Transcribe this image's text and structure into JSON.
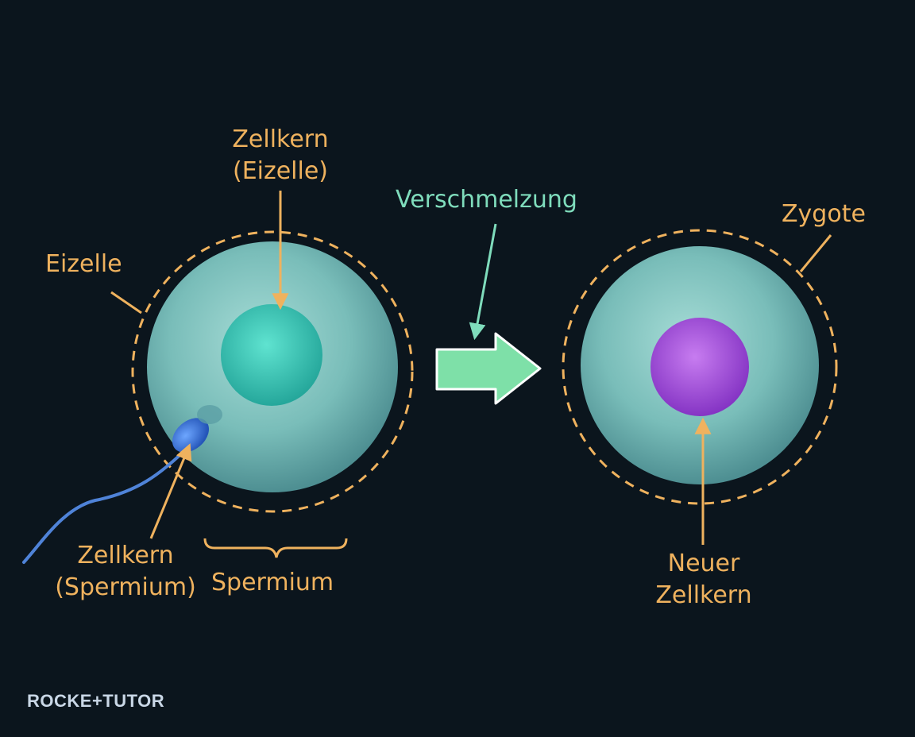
{
  "labels": {
    "egg_nucleus_line1": "Zellkern",
    "egg_nucleus_line2": "(Eizelle)",
    "egg": "Eizelle",
    "fusion": "Verschmelzung",
    "zygote": "Zygote",
    "sperm_nucleus_line1": "Zellkern",
    "sperm_nucleus_line2": "(Spermium)",
    "sperm": "Spermium",
    "new_nucleus_line1": "Neuer",
    "new_nucleus_line2": "Zellkern"
  },
  "branding": {
    "logo_text": "ROCKE+TUTOR"
  },
  "colors": {
    "background": "#0b151d",
    "label": "#efb25e",
    "fusion_label": "#7fdcbc",
    "cell": "#7fc4c0",
    "egg_nucleus": "#3fc7b8",
    "zygote_nucleus": "#a04fd6",
    "sperm": "#3f7fe0",
    "arrow": "#7ee0a8"
  }
}
